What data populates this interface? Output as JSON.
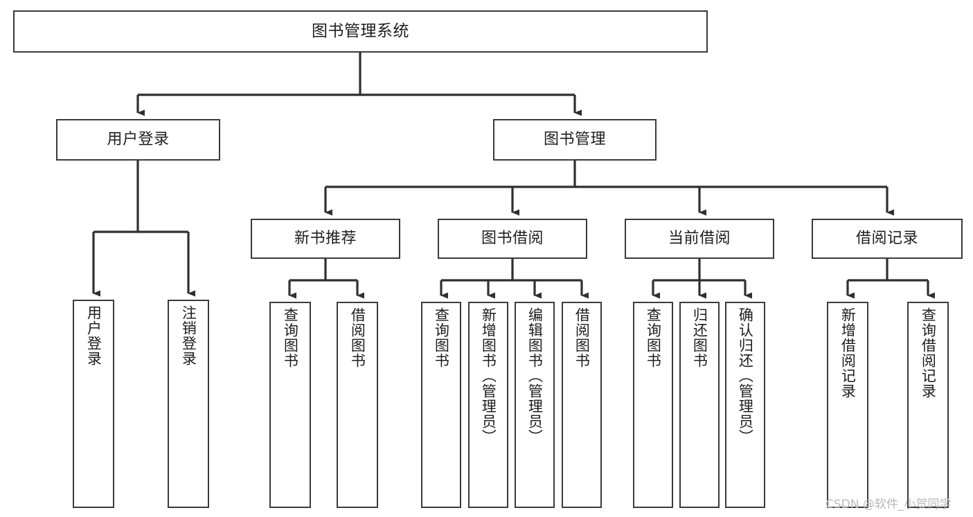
{
  "diagram": {
    "type": "tree",
    "title": "图书管理系统",
    "watermark": "CSDN @软件_小贺同学",
    "colors": {
      "border": "#3a3a3a",
      "fill": "#ffffff",
      "text": "#1d1d1d",
      "connector": "#2f2f2f",
      "watermark": "#b9b9b9"
    },
    "nodes": {
      "root": {
        "label": "图书管理系统",
        "level": 0
      },
      "user_login": {
        "label": "用户登录",
        "level": 1
      },
      "book_manage": {
        "label": "图书管理",
        "level": 1
      },
      "new_book_rec": {
        "label": "新书推荐",
        "level": 2
      },
      "book_borrow": {
        "label": "图书借阅",
        "level": 2
      },
      "current_borrow": {
        "label": "当前借阅",
        "level": 2
      },
      "borrow_record": {
        "label": "借阅记录",
        "level": 2
      },
      "leaf_user_login": {
        "label": "用户登录",
        "level": 2,
        "parent": "用户登录"
      },
      "leaf_logout": {
        "label": "注销登录",
        "level": 2,
        "parent": "用户登录"
      },
      "leaf_query_book_1": {
        "label": "查询图书",
        "level": 3,
        "parent": "新书推荐"
      },
      "leaf_borrow_book_1": {
        "label": "借阅图书",
        "level": 3,
        "parent": "新书推荐"
      },
      "leaf_query_book_2": {
        "label": "查询图书",
        "level": 3,
        "parent": "图书借阅"
      },
      "leaf_add_book": {
        "label": "新增图书（管理员）",
        "level": 3,
        "parent": "图书借阅"
      },
      "leaf_edit_book": {
        "label": "编辑图书（管理员）",
        "level": 3,
        "parent": "图书借阅"
      },
      "leaf_borrow_book_2": {
        "label": "借阅图书",
        "level": 3,
        "parent": "图书借阅"
      },
      "leaf_query_book_3": {
        "label": "查询图书",
        "level": 3,
        "parent": "当前借阅"
      },
      "leaf_return_book": {
        "label": "归还图书",
        "level": 3,
        "parent": "当前借阅"
      },
      "leaf_confirm_return": {
        "label": "确认归还（管理员）",
        "level": 3,
        "parent": "当前借阅"
      },
      "leaf_add_record": {
        "label": "新增借阅记录",
        "level": 3,
        "parent": "借阅记录"
      },
      "leaf_query_record": {
        "label": "查询借阅记录",
        "level": 3,
        "parent": "借阅记录"
      }
    }
  }
}
